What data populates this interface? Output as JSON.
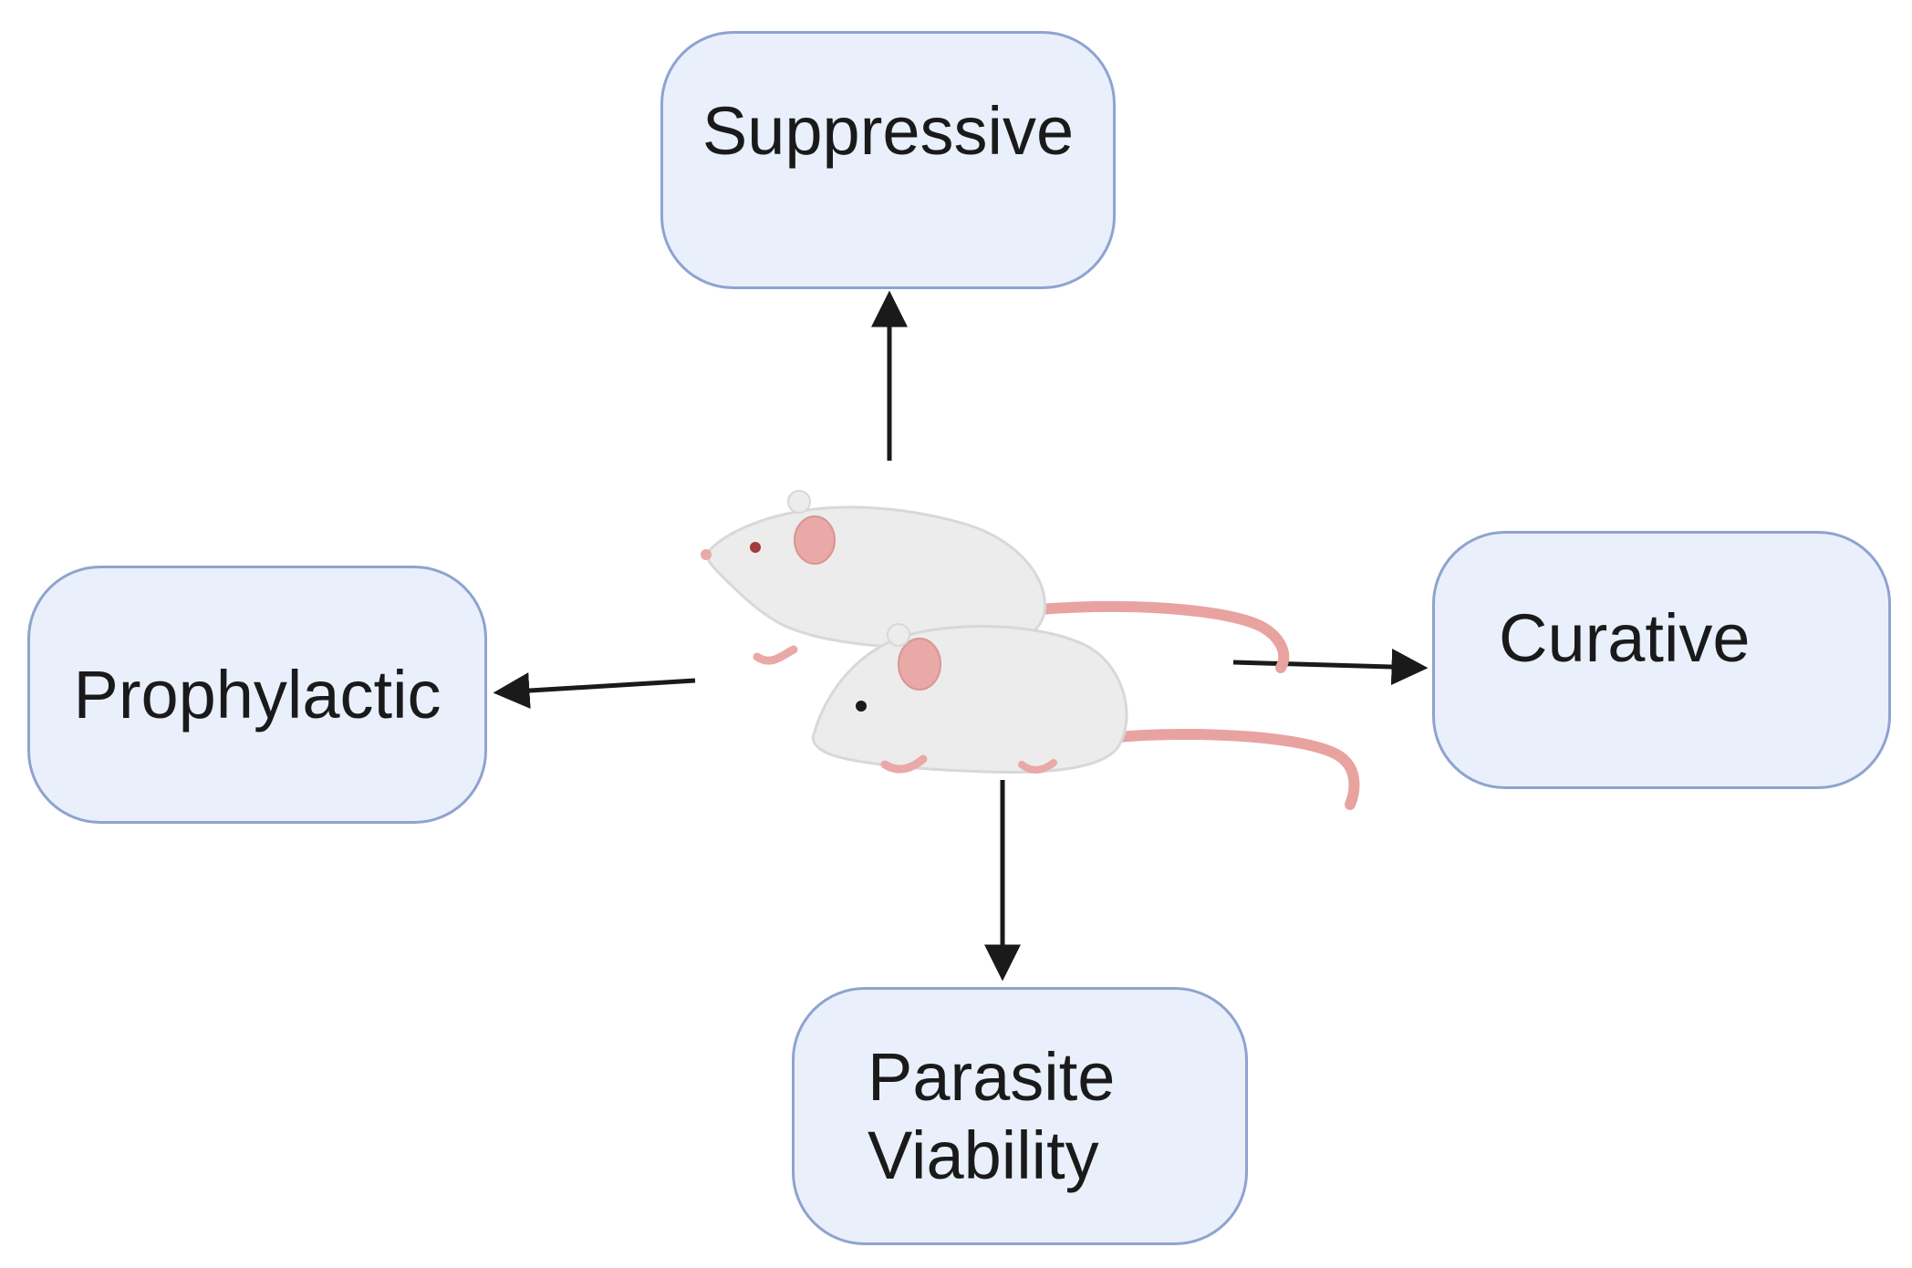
{
  "nodes": {
    "suppressive": {
      "label": "Suppressive"
    },
    "prophylactic": {
      "label": "Prophylactic"
    },
    "curative": {
      "label": "Curative"
    },
    "parasite_viability": {
      "line1": "Parasite",
      "line2": "Viability"
    }
  },
  "illustration": {
    "icon": "mice-icon",
    "count": 2
  },
  "colors": {
    "box_fill": "#eaf0fb",
    "box_border": "#8ea3cf",
    "arrow": "#1a1a1a",
    "mouse_body": "#ececec",
    "mouse_ear": "#e9a9a6",
    "mouse_tail": "#e8a3a0"
  }
}
